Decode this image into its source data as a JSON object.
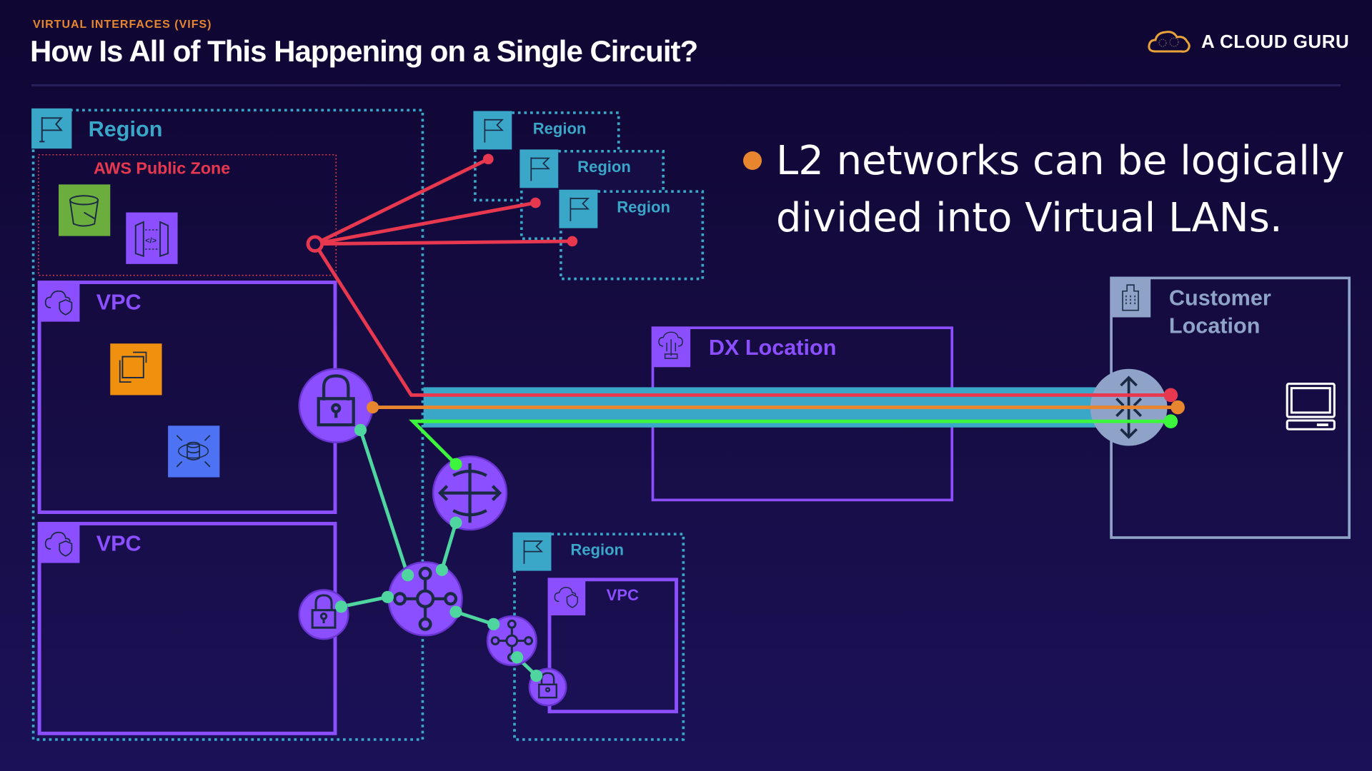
{
  "header": {
    "eyebrow": "VIRTUAL INTERFACES (VIFS)",
    "title": "How Is All of This Happening on a Single Circuit?",
    "logo_text": "A CLOUD GURU",
    "logo_icon": "cloud-logo-icon"
  },
  "bullets": [
    {
      "text": "L2 networks can be logically divided into Virtual LANs."
    }
  ],
  "diagram": {
    "main_region": {
      "label": "Region",
      "public_zone_label": "AWS Public Zone",
      "public_services": [
        "s3-bucket-icon",
        "api-gateway-icon"
      ],
      "vpcs": [
        {
          "label": "VPC",
          "services": [
            "ec2-icon",
            "rds-icon"
          ]
        },
        {
          "label": "VPC",
          "services": []
        }
      ]
    },
    "other_regions": [
      {
        "label": "Region"
      },
      {
        "label": "Region"
      },
      {
        "label": "Region"
      }
    ],
    "bottom_region": {
      "label": "Region",
      "vpc_label": "VPC"
    },
    "dx_location": {
      "label": "DX Location"
    },
    "customer_location": {
      "label_line1": "Customer",
      "label_line2": "Location"
    },
    "vifs": [
      {
        "name": "public-vif",
        "color": "#e8384f"
      },
      {
        "name": "private-vif",
        "color": "#e8852f"
      },
      {
        "name": "transit-vif",
        "color": "#3df53d"
      }
    ],
    "colors": {
      "region": "#3aa6c8",
      "vpc": "#8c4fff",
      "public_zone": "#e8384f",
      "customer": "#8fa3c8",
      "tgw_link": "#4fd6a0",
      "circuit": "#3aa6c8"
    }
  }
}
